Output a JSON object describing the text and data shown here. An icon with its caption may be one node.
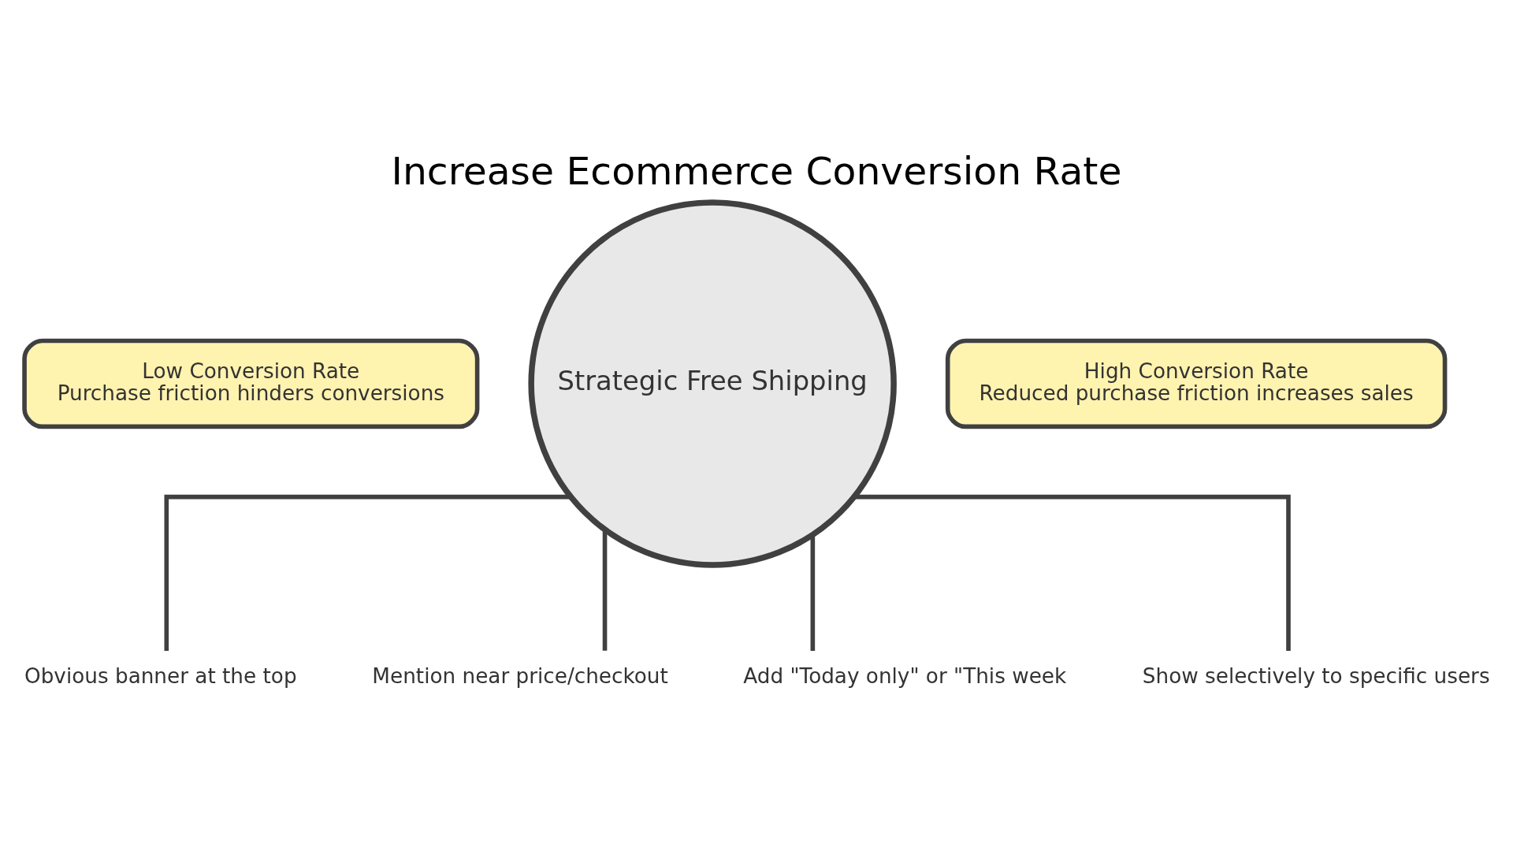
{
  "diagram": {
    "title": "Increase Ecommerce Conversion Rate",
    "nodes": [
      {
        "text": [
          "Low Conversion Rate",
          "Purchase friction hinders conversions"
        ]
      },
      {
        "text": [
          "Strategic Free Shipping"
        ]
      },
      {
        "text": [
          "High Conversion Rate",
          "Reduced purchase friction increases sales"
        ]
      },
      {
        "text": [
          "Obvious banner at the top"
        ]
      },
      {
        "text": [
          "Mention near price/checkout"
        ]
      },
      {
        "text": [
          "Add \"Today only\" or \"This week"
        ]
      },
      {
        "text": [
          "Show selectively to specific users"
        ]
      }
    ],
    "edges": [
      {
        "from": 1,
        "to": 3,
        "arrow": "none"
      },
      {
        "from": 1,
        "to": 4,
        "arrow": "none"
      },
      {
        "from": 1,
        "to": 5,
        "arrow": "none"
      },
      {
        "from": 1,
        "to": 6,
        "arrow": "none"
      }
    ]
  }
}
